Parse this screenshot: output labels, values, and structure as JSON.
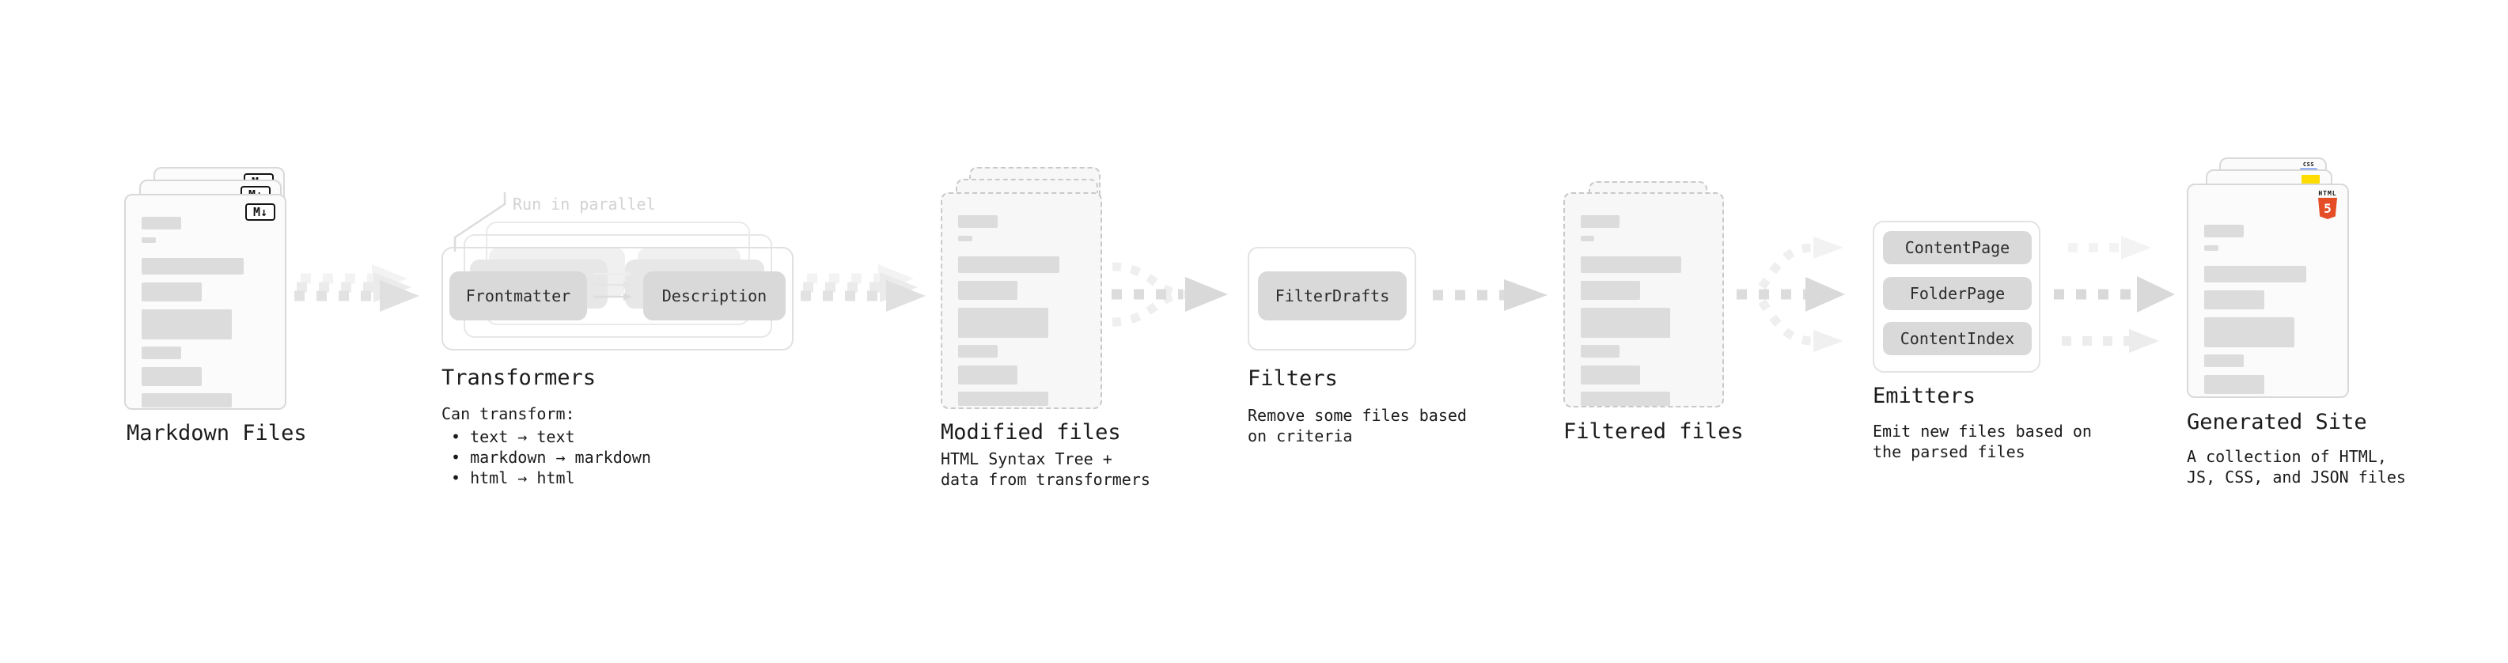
{
  "stages": {
    "markdown_files": {
      "label": "Markdown Files",
      "badge": "M↓"
    },
    "transformers": {
      "label": "Transformers",
      "annotation": "Run in parallel",
      "nodes": [
        "Frontmatter",
        "Description"
      ],
      "description_title": "Can transform:",
      "bullets": [
        "• text → text",
        "• markdown → markdown",
        "• html → html"
      ]
    },
    "modified_files": {
      "label": "Modified files",
      "description": [
        "HTML Syntax Tree +",
        "data from transformers"
      ]
    },
    "filters": {
      "label": "Filters",
      "nodes": [
        "FilterDrafts"
      ],
      "description": [
        "Remove some files based",
        "on criteria"
      ]
    },
    "filtered_files": {
      "label": "Filtered files"
    },
    "emitters": {
      "label": "Emitters",
      "nodes": [
        "ContentPage",
        "FolderPage",
        "ContentIndex"
      ],
      "description": [
        "Emit new files based on",
        "the parsed files"
      ]
    },
    "generated_site": {
      "label": "Generated Site",
      "description": [
        "A collection of HTML,",
        "JS, CSS, and JSON files"
      ],
      "badges": {
        "css_label": "CSS",
        "html_label": "HTML",
        "html_number": "5"
      }
    }
  },
  "colors": {
    "text": "#1B1B1B",
    "annotation_gray": "#D2D2D2",
    "node_fill": "#D9D9D9",
    "bar_fill": "#DCDCDC",
    "card_border": "#D9D9D9",
    "dashed_border": "#C9C9C9",
    "arrow_dark": "#E0E0E0",
    "arrow_solid": "#D9D9D9",
    "arrow_light": "#F2F2F2",
    "html5_orange": "#E44D26",
    "js_yellow": "#FFDC00",
    "css_blue": "#2563EB"
  },
  "decor": {
    "doc_bars": [
      {
        "w": 31,
        "h": 16,
        "mb": 10
      },
      {
        "w": 11,
        "h": 7,
        "mb": 19
      },
      {
        "w": 80,
        "h": 21,
        "mb": 10
      },
      {
        "w": 47,
        "h": 24,
        "mb": 10
      },
      {
        "w": 71,
        "h": 38,
        "mb": 9
      },
      {
        "w": 31,
        "h": 16,
        "mb": 10
      },
      {
        "w": 47,
        "h": 24,
        "mb": 9
      },
      {
        "w": 71,
        "h": 18,
        "mb": 0
      }
    ]
  }
}
